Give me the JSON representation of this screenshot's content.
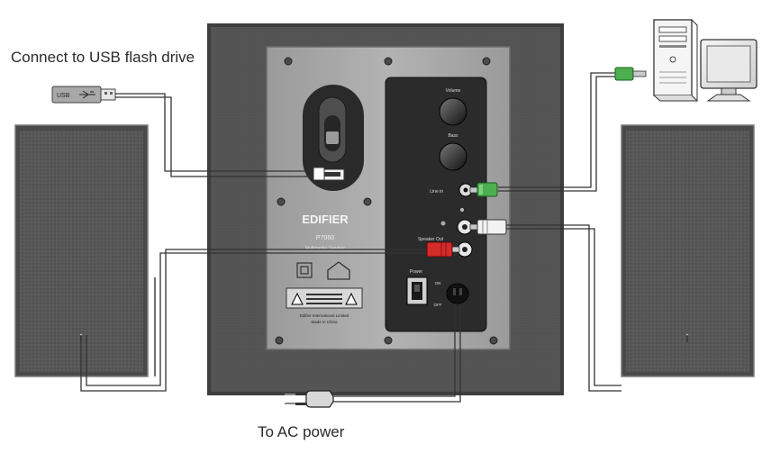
{
  "labels": {
    "usb_caption": "Connect to USB flash drive",
    "ac_caption": "To AC power",
    "usb_plug_text": "USB",
    "usb_symbol": "⭠",
    "brand": "EDIFIER",
    "model": "P7060",
    "panel_subtitle": "Multimedia Speaker",
    "volume": "Volume",
    "bass": "Bass",
    "line_in": "Line in",
    "speaker_out": "Speaker Out",
    "power": "Power",
    "on": "ON",
    "off": "OFF",
    "warning_small": "Edifier International Limited",
    "made_in": "Made in China"
  },
  "icons": {
    "usb_flash_drive": "usb-flash-drive-icon",
    "computer_tower": "computer-tower-icon",
    "monitor": "monitor-icon",
    "ac_plug": "ac-plug-icon",
    "caution_triangle": "caution-triangle-icon"
  },
  "colors": {
    "line_in_plug": "#4caf50",
    "speaker_out_right": "#d42b2b",
    "speaker_out_left": "#f2f2f2",
    "cabinet": "#5a5a5a",
    "panel": "#2d2d2d",
    "cable": "#333333"
  }
}
